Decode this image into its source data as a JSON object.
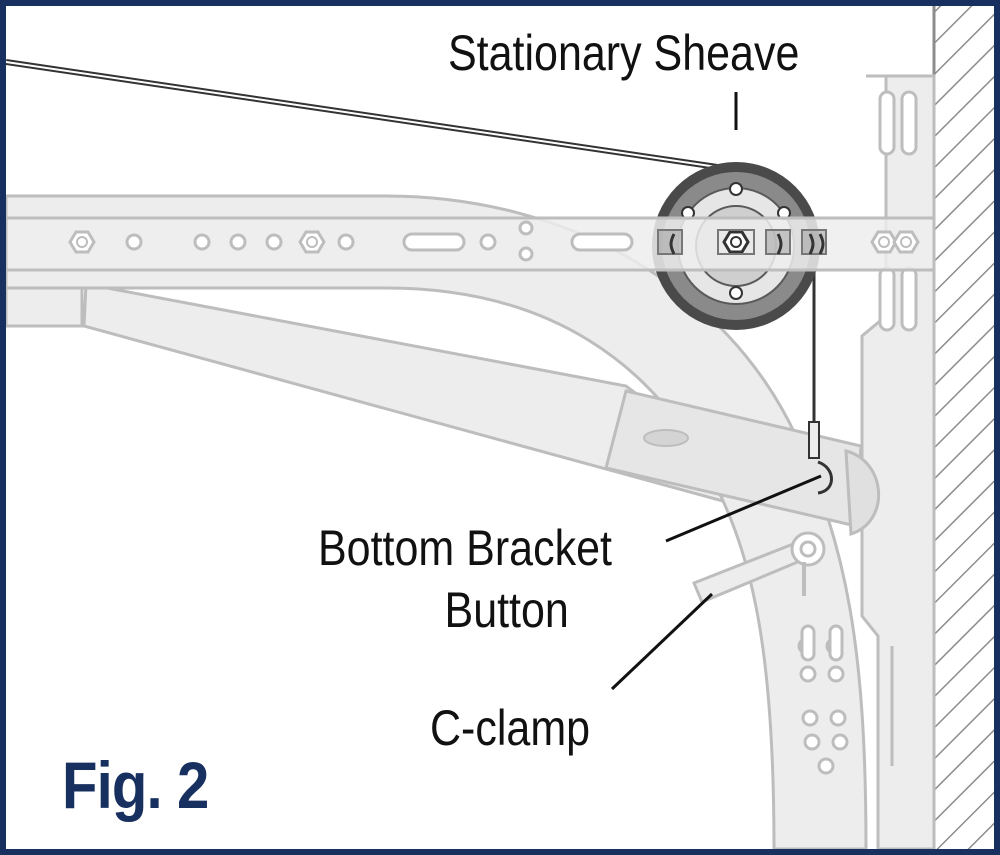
{
  "figure": {
    "title": "Fig. 2"
  },
  "labels": {
    "stationary_sheave": "Stationary Sheave",
    "bottom_bracket_line1": "Bottom Bracket",
    "bottom_bracket_line2": "Button",
    "c_clamp": "C-clamp"
  },
  "colors": {
    "border": "#17305f",
    "title": "#17305f",
    "part_fill": "#ededed",
    "part_stroke": "#bdbdbd",
    "sheave_dark": "#4a4a4a",
    "sheave_mid": "#8a8a8a",
    "text": "#111111"
  }
}
